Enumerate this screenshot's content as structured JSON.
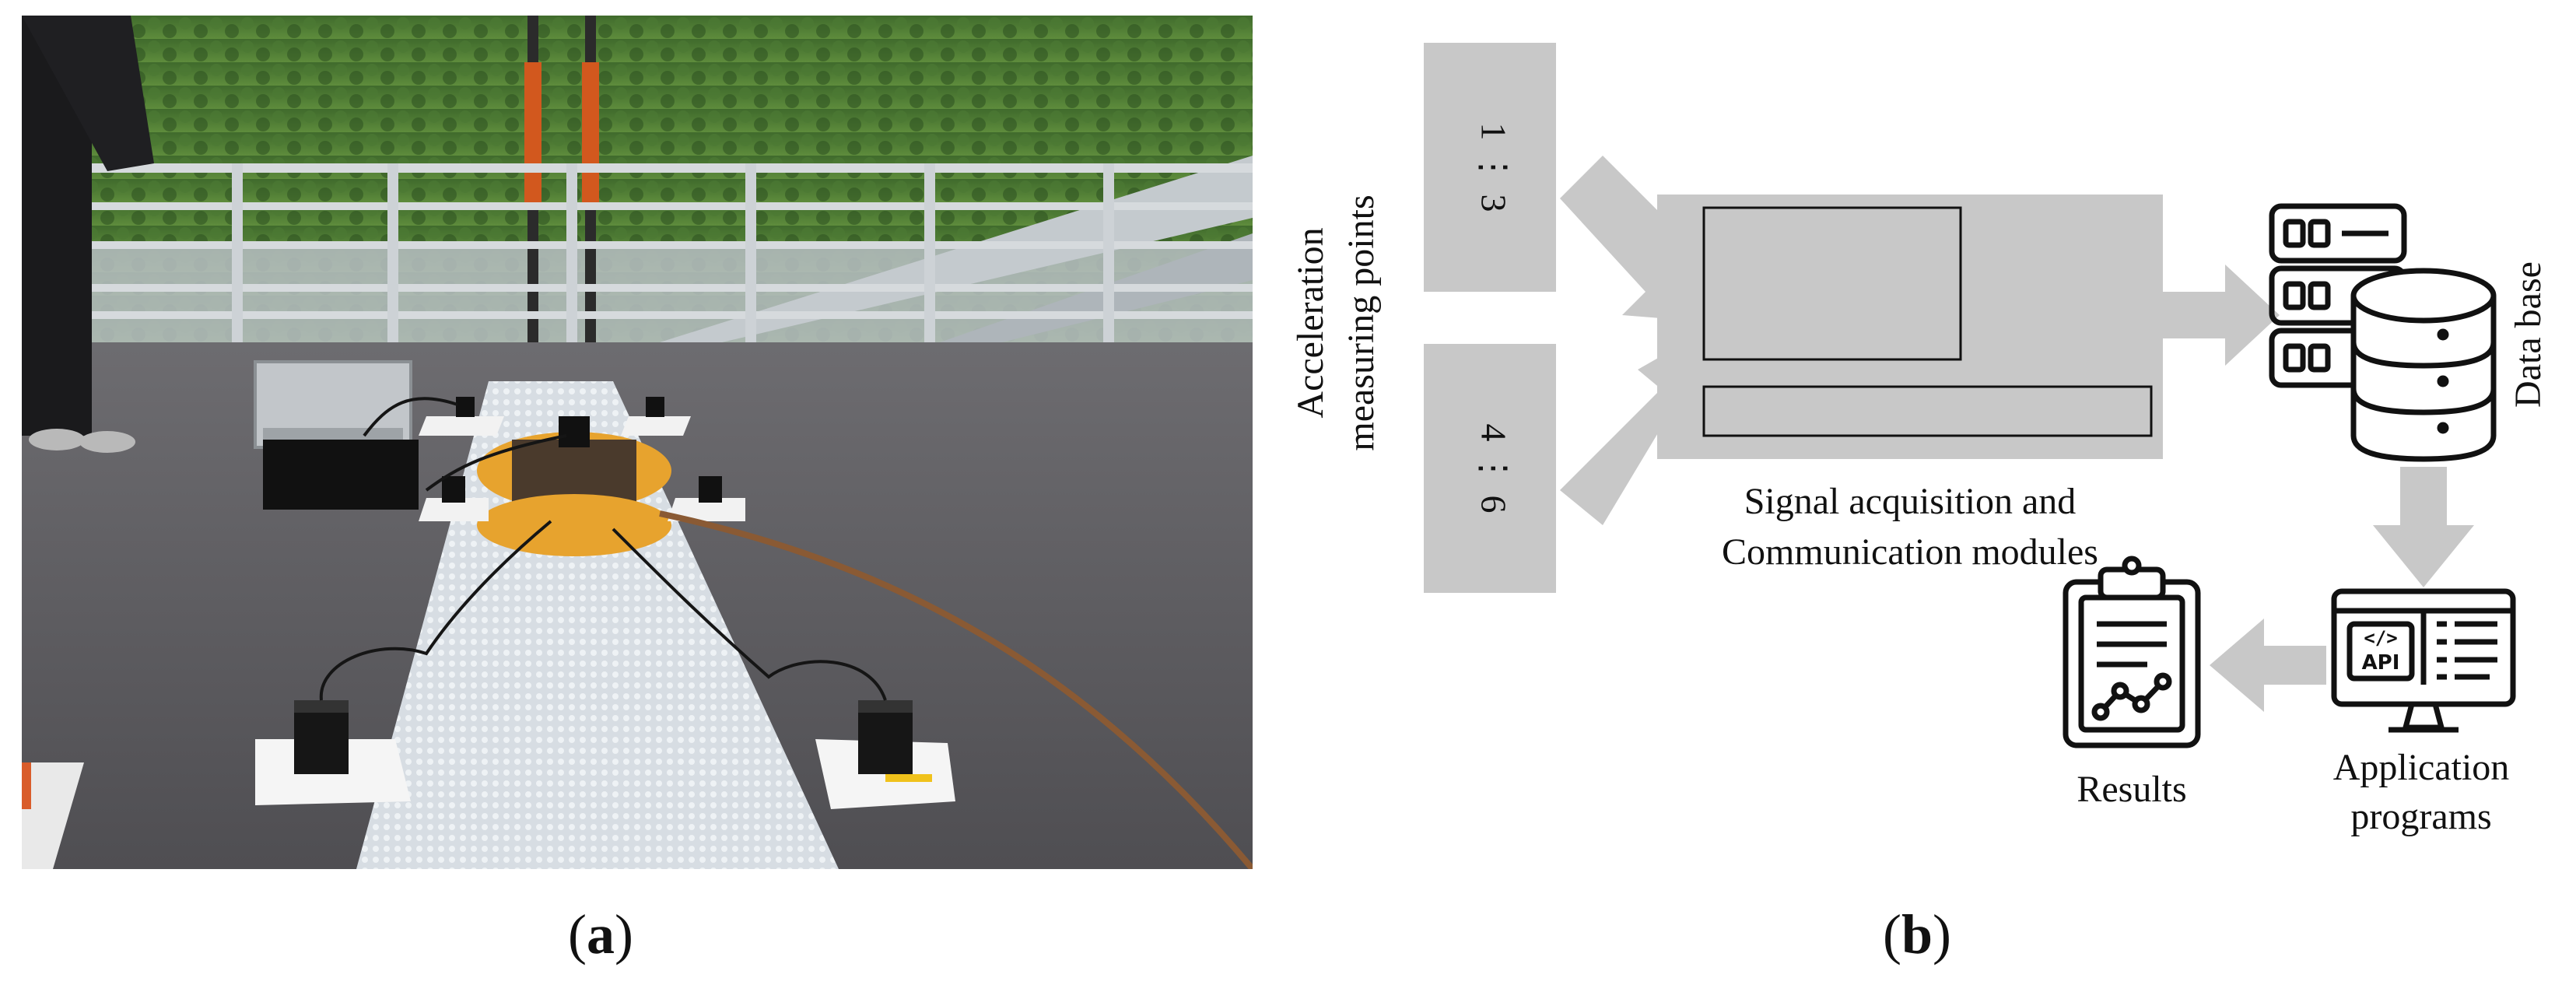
{
  "panel_a": {
    "label_open": "(",
    "label_letter": "a",
    "label_close": ")"
  },
  "panel_b": {
    "label_open": "(",
    "label_letter": "b",
    "label_close": ")",
    "measuring_points_label_line1": "Acceleration",
    "measuring_points_label_line2": "measuring points",
    "group1_label": "1 ⋮ 3",
    "group2_label": "4 ⋮ 6",
    "module_label_line1": "Signal acquisition and",
    "module_label_line2": "Communication modules",
    "database_label": "Data base",
    "app_label_line1": "Application",
    "app_label_line2": "programs",
    "api_text": "API",
    "code_text": "</>",
    "results_label": "Results"
  },
  "colors": {
    "block_gray": "#c8c8c8",
    "arrow_gray": "#c8c8c8",
    "icon_stroke": "#111111"
  }
}
